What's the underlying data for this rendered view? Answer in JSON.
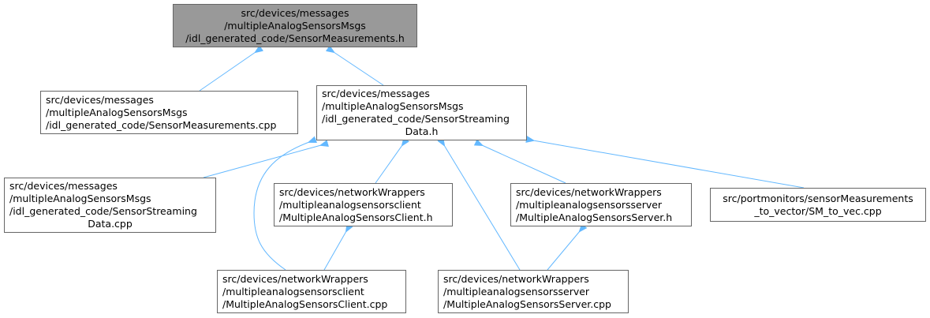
{
  "colors": {
    "edge": "#63b8ff",
    "root_fill": "#999999",
    "border": "#666666"
  },
  "nodes": {
    "root": {
      "lines": [
        "src/devices/messages",
        "/multipleAnalogSensorsMsgs",
        "/idl_generated_code/SensorMeasurements.h"
      ]
    },
    "meas_cpp": {
      "lines": [
        "src/devices/messages",
        "/multipleAnalogSensorsMsgs",
        "/idl_generated_code/SensorMeasurements.cpp"
      ]
    },
    "stream_h": {
      "lines": [
        "src/devices/messages",
        "/multipleAnalogSensorsMsgs",
        "/idl_generated_code/SensorStreaming",
        "Data.h"
      ]
    },
    "stream_cpp": {
      "lines": [
        "src/devices/messages",
        "/multipleAnalogSensorsMsgs",
        "/idl_generated_code/SensorStreaming",
        "Data.cpp"
      ]
    },
    "client_h": {
      "lines": [
        "src/devices/networkWrappers",
        "/multipleanalogsensorsclient",
        "/MultipleAnalogSensorsClient.h"
      ]
    },
    "server_h": {
      "lines": [
        "src/devices/networkWrappers",
        "/multipleanalogsensorsserver",
        "/MultipleAnalogSensorsServer.h"
      ]
    },
    "sm_to_vec": {
      "lines": [
        "src/portmonitors/sensorMeasurements",
        "_to_vector/SM_to_vec.cpp"
      ]
    },
    "client_cpp": {
      "lines": [
        "src/devices/networkWrappers",
        "/multipleanalogsensorsclient",
        "/MultipleAnalogSensorsClient.cpp"
      ]
    },
    "server_cpp": {
      "lines": [
        "src/devices/networkWrappers",
        "/multipleanalogsensorsserver",
        "/MultipleAnalogSensorsServer.cpp"
      ]
    }
  },
  "edges": [
    {
      "from": "meas_cpp",
      "to": "root"
    },
    {
      "from": "stream_h",
      "to": "root"
    },
    {
      "from": "stream_cpp",
      "to": "stream_h"
    },
    {
      "from": "client_h",
      "to": "stream_h"
    },
    {
      "from": "server_h",
      "to": "stream_h"
    },
    {
      "from": "sm_to_vec",
      "to": "stream_h"
    },
    {
      "from": "client_cpp",
      "to": "stream_h"
    },
    {
      "from": "server_cpp",
      "to": "stream_h"
    },
    {
      "from": "client_cpp",
      "to": "client_h"
    },
    {
      "from": "server_cpp",
      "to": "server_h"
    }
  ]
}
